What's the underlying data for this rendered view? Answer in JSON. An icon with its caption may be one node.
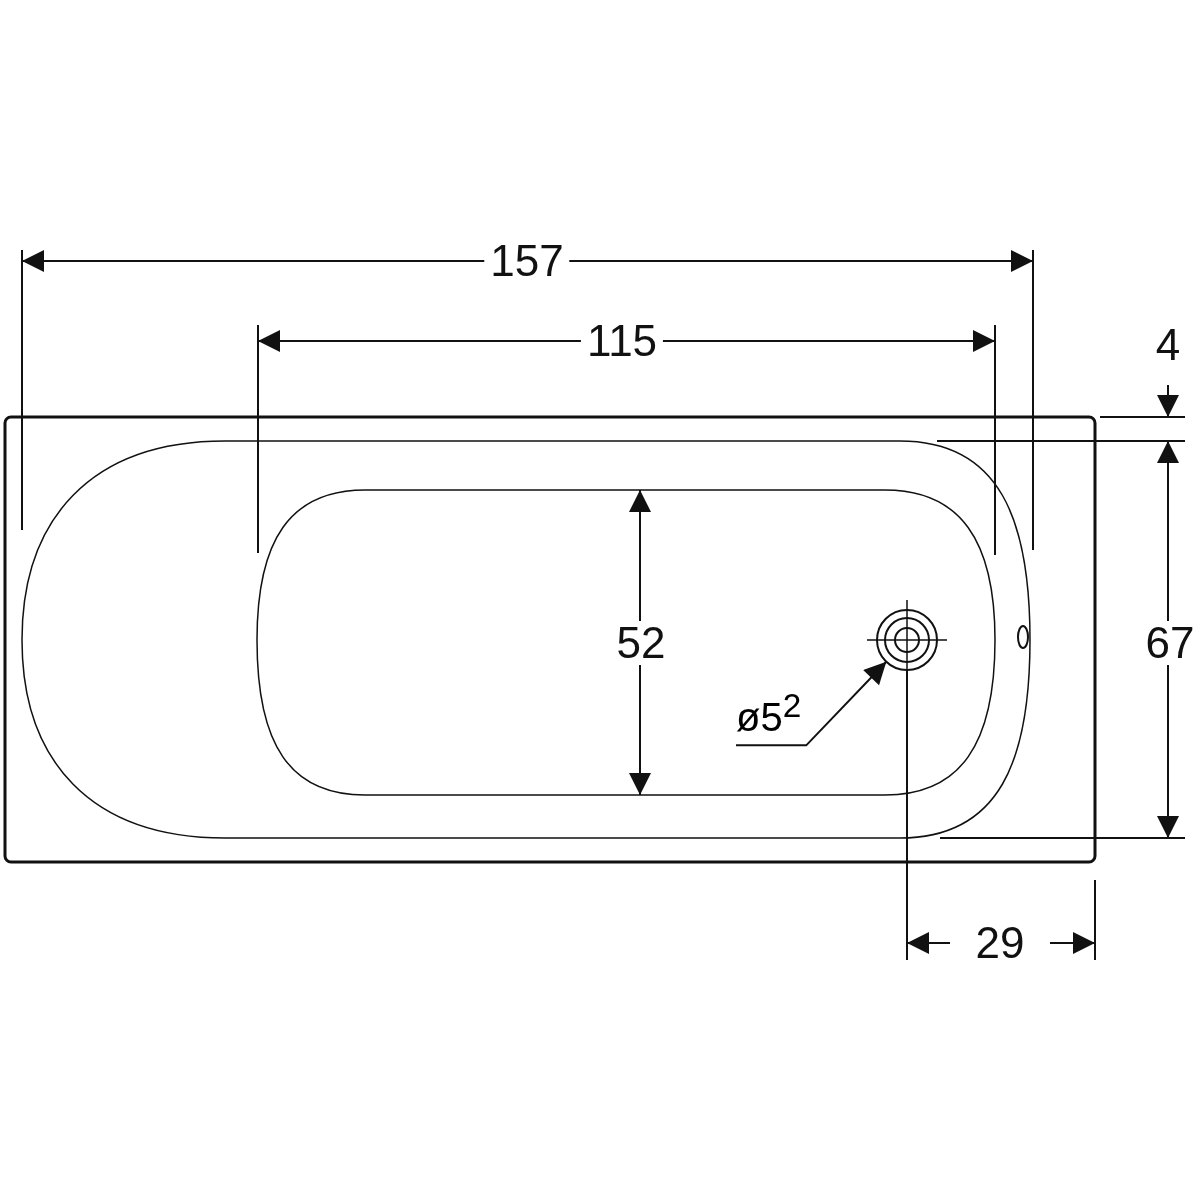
{
  "diagram": {
    "nodes": [
      {
        "text": [
          "ø5$^{2}$"
        ]
      },
      {
        "text": [],
        "shape": "circle"
      }
    ],
    "edges": [
      {
        "from": 0,
        "to": 1,
        "arrow": "to"
      }
    ],
    "labels": [
      "157",
      "115",
      "4",
      "52",
      "67",
      "29"
    ]
  }
}
